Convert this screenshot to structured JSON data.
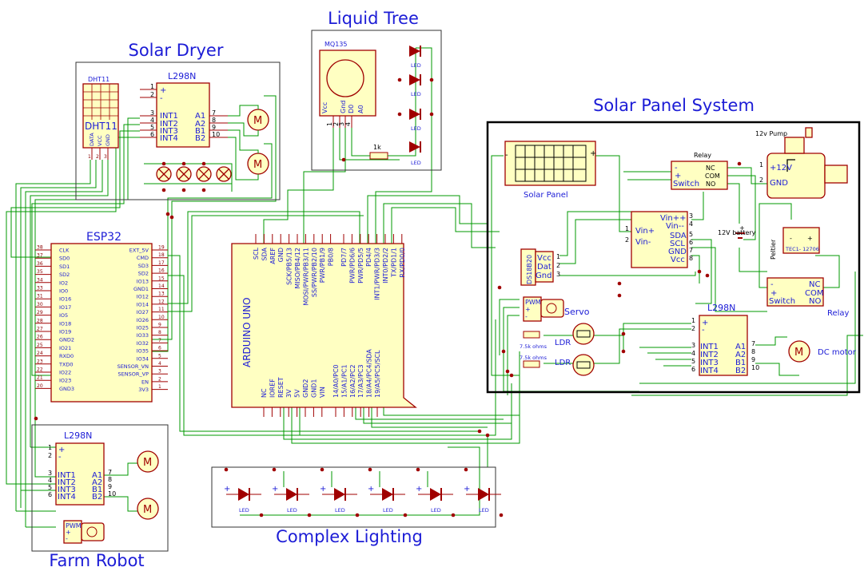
{
  "sections": {
    "solar_dryer": "Solar Dryer",
    "liquid_tree": "Liquid Tree",
    "solar_panel_system": "Solar Panel System",
    "farm_robot": "Farm Robot",
    "complex_lighting": "Complex Lighting"
  },
  "dryer": {
    "dht_top": "DHT11",
    "dht_label": "DHT11",
    "dht_pins": [
      "DATA",
      "VCC",
      "GND"
    ],
    "dht_pin_nums": [
      "1",
      "2",
      "3"
    ],
    "driver": "L298N",
    "in_pins": [
      "+",
      "-",
      "INT1",
      "INT2",
      "INT3",
      "INT4"
    ],
    "in_nums": [
      "1",
      "2",
      "3",
      "4",
      "5",
      "6"
    ],
    "out_pins": [
      "A1",
      "A2",
      "B1",
      "B2"
    ],
    "out_nums": [
      "7",
      "8",
      "9",
      "10"
    ]
  },
  "tree": {
    "sensor": "MQ135",
    "pins": [
      "Vcc",
      "Gnd",
      "D0",
      "A0"
    ],
    "pin_nums": [
      "1",
      "2",
      "3",
      "4"
    ],
    "resistor": "1k",
    "led": "LED"
  },
  "esp32": {
    "title": "ESP32",
    "left_pins": [
      "CLK",
      "SD0",
      "SD1",
      "SD2",
      "IO2",
      "IO0",
      "IO16",
      "IO17",
      "IO5",
      "IO18",
      "IO19",
      "GND2",
      "IO21",
      "RXD0",
      "TXD0",
      "IO22",
      "IO23",
      "GND3"
    ],
    "left_nums": [
      "38",
      "37",
      "36",
      "35",
      "34",
      "33",
      "31",
      "30",
      "29",
      "28",
      "27",
      "26",
      "25",
      "24",
      "23",
      "22",
      "21",
      "20"
    ],
    "right_pins": [
      "EXT_5V",
      "CMD",
      "SD3",
      "SD2",
      "IO13",
      "GND1",
      "IO12",
      "IO14",
      "IO27",
      "IO26",
      "IO25",
      "IO33",
      "IO32",
      "IO35",
      "IO34",
      "SENSOR_VN",
      "SENSOR_VP",
      "EN",
      "3V3"
    ],
    "right_nums": [
      "19",
      "18",
      "17",
      "16",
      "15",
      "14",
      "13",
      "12",
      "11",
      "10",
      "9",
      "8",
      "7",
      "6",
      "5",
      "4",
      "3",
      "2",
      "1"
    ]
  },
  "arduino": {
    "title": "ARDUINO UNO",
    "top_left": [
      "SCL",
      "SDA",
      "AREF",
      "GND",
      "SCK/PB5/13",
      "MISO/PB4/12",
      "MOSI/PWR/PB3/11",
      "SS/PWR/PB2/10",
      "PWR/PB1/9",
      "PB0/8"
    ],
    "top_right": [
      "PD7/7",
      "PWR/PD6/6",
      "PWR/PD5/5",
      "PD4/4",
      "INT1/PWR/PD3/3",
      "INT0/PD2/2",
      "TX/PD1/1",
      "RX/PD0/0"
    ],
    "bottom_left": [
      "NC",
      "IOREF",
      "RESET",
      "3V",
      "5V",
      "GND2",
      "GND1",
      "VIN"
    ],
    "bottom_right": [
      "14/A0/PC0",
      "15/A1/PC1",
      "16/A2/PC2",
      "17/A3/PC3",
      "18/A4/PC4/SDA",
      "19/A5/PC5/SCL"
    ]
  },
  "panel": {
    "solar_panel": "Solar Panel",
    "minus": "-",
    "plus": "+",
    "relay_label": "Relay",
    "relay_left": [
      "-",
      "+",
      "Switch"
    ],
    "relay_right": [
      "NC",
      "COM",
      "NO"
    ],
    "pump": "12v Pump",
    "pump_pins": [
      "+12V",
      "GND"
    ],
    "pump_nums": [
      "1",
      "2"
    ],
    "regulator_left": [
      "Vin+",
      "Vin-"
    ],
    "regulator_left_nums": [
      "1",
      "2"
    ],
    "regulator_right": [
      "Vin++",
      "Vin--",
      "SDA",
      "SCL",
      "GND",
      "Vcc"
    ],
    "regulator_right_nums": [
      "3",
      "4",
      "5",
      "6",
      "7",
      "8"
    ],
    "battery": "12V battery",
    "peltier": "Peltier",
    "peltier_model": "TEC1- 12706",
    "ds18b20": "DS18B20",
    "ds_pins": [
      "Vcc",
      "Dat",
      "Gnd"
    ],
    "ds_nums": [
      "1",
      "2",
      "3"
    ],
    "servo": "Servo",
    "pwm": "PWM",
    "ldr": "LDR",
    "resistor": "7.5k ohms",
    "relay2_label": "Relay",
    "driver": "L298N",
    "dc_motor": "DC motor"
  },
  "robot": {
    "driver": "L298N",
    "pwm": "PWM"
  },
  "lighting": {
    "led": "LED",
    "count": 6
  }
}
